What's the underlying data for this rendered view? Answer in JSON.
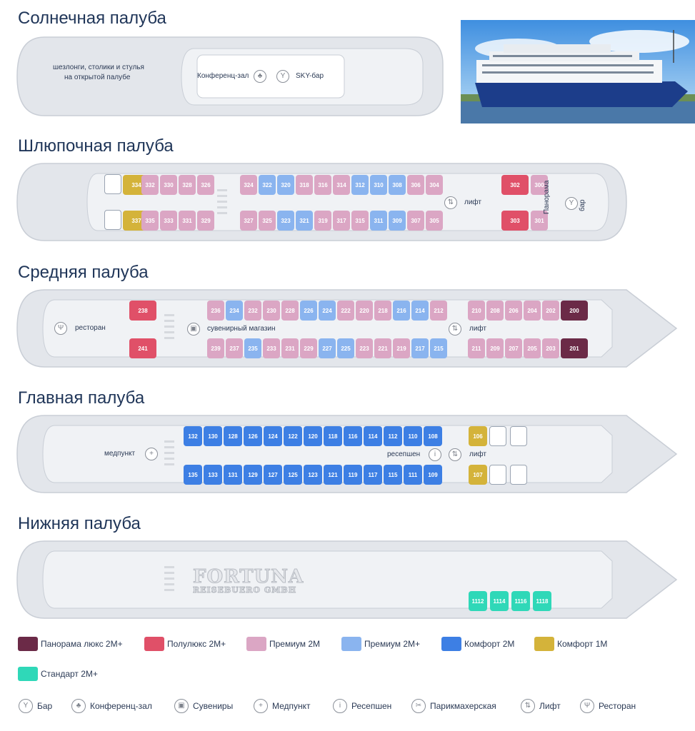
{
  "decks": {
    "sun": {
      "title": "Солнечная палуба",
      "open_deck_note_line1": "шезлонги, столики и стулья",
      "open_deck_note_line2": "на открытой палубе",
      "conference": "Конференц-зал",
      "sky_bar": "SKY-бар"
    },
    "boat": {
      "title": "Шлюпочная палуба",
      "lift": "лифт",
      "panorama": "Панорама",
      "bar": "бар"
    },
    "middle": {
      "title": "Средняя палуба",
      "restaurant": "ресторан",
      "souvenir": "сувенирный магазин",
      "lift": "лифт"
    },
    "main": {
      "title": "Главная палуба",
      "medical": "медпункт",
      "reception": "ресепшен",
      "lift": "лифт"
    },
    "lower": {
      "title": "Нижняя палуба"
    }
  },
  "watermark": {
    "line1": "FORTUNA",
    "line2": "REISEBUERO GMBH"
  },
  "colors": {
    "panorama_lux": "#6b2a47",
    "semi_lux": "#e05068",
    "premium": "#dba6c4",
    "premium_plus": "#8ab4ef",
    "comfort2": "#3d7fe4",
    "comfort1": "#d4b33a",
    "standard": "#2fd8b8",
    "hull": "#e3e6eb",
    "deck": "#f0f2f5"
  },
  "cabins": {
    "boat_top": [
      {
        "n": "334",
        "c": "comfort1"
      },
      {
        "n": "332",
        "c": "premium"
      },
      {
        "n": "330",
        "c": "premium"
      },
      {
        "n": "328",
        "c": "premium"
      },
      {
        "n": "326",
        "c": "premium"
      },
      {
        "n": "324",
        "c": "premium"
      },
      {
        "n": "322",
        "c": "premium_plus"
      },
      {
        "n": "320",
        "c": "premium_plus"
      },
      {
        "n": "318",
        "c": "premium"
      },
      {
        "n": "316",
        "c": "premium"
      },
      {
        "n": "314",
        "c": "premium"
      },
      {
        "n": "312",
        "c": "premium_plus"
      },
      {
        "n": "310",
        "c": "premium_plus"
      },
      {
        "n": "308",
        "c": "premium_plus"
      },
      {
        "n": "306",
        "c": "premium"
      },
      {
        "n": "304",
        "c": "premium"
      },
      {
        "n": "302",
        "c": "semi_lux"
      },
      {
        "n": "300",
        "c": "premium"
      }
    ],
    "boat_bottom": [
      {
        "n": "337",
        "c": "comfort1"
      },
      {
        "n": "335",
        "c": "premium"
      },
      {
        "n": "333",
        "c": "premium"
      },
      {
        "n": "331",
        "c": "premium"
      },
      {
        "n": "329",
        "c": "premium"
      },
      {
        "n": "327",
        "c": "premium"
      },
      {
        "n": "325",
        "c": "premium"
      },
      {
        "n": "323",
        "c": "premium_plus"
      },
      {
        "n": "321",
        "c": "premium_plus"
      },
      {
        "n": "319",
        "c": "premium"
      },
      {
        "n": "317",
        "c": "premium"
      },
      {
        "n": "315",
        "c": "premium"
      },
      {
        "n": "311",
        "c": "premium_plus"
      },
      {
        "n": "309",
        "c": "premium_plus"
      },
      {
        "n": "307",
        "c": "premium"
      },
      {
        "n": "305",
        "c": "premium"
      },
      {
        "n": "303",
        "c": "semi_lux"
      },
      {
        "n": "301",
        "c": "premium"
      }
    ],
    "middle_top": [
      {
        "n": "238",
        "c": "semi_lux"
      },
      {
        "n": "236",
        "c": "premium"
      },
      {
        "n": "234",
        "c": "premium_plus"
      },
      {
        "n": "232",
        "c": "premium"
      },
      {
        "n": "230",
        "c": "premium"
      },
      {
        "n": "228",
        "c": "premium"
      },
      {
        "n": "226",
        "c": "premium_plus"
      },
      {
        "n": "224",
        "c": "premium_plus"
      },
      {
        "n": "222",
        "c": "premium"
      },
      {
        "n": "220",
        "c": "premium"
      },
      {
        "n": "218",
        "c": "premium"
      },
      {
        "n": "216",
        "c": "premium_plus"
      },
      {
        "n": "214",
        "c": "premium_plus"
      },
      {
        "n": "212",
        "c": "premium"
      },
      {
        "n": "210",
        "c": "premium"
      },
      {
        "n": "208",
        "c": "premium"
      },
      {
        "n": "206",
        "c": "premium"
      },
      {
        "n": "204",
        "c": "premium"
      },
      {
        "n": "202",
        "c": "premium"
      },
      {
        "n": "200",
        "c": "panorama_lux"
      }
    ],
    "middle_bottom": [
      {
        "n": "241",
        "c": "semi_lux"
      },
      {
        "n": "239",
        "c": "premium"
      },
      {
        "n": "237",
        "c": "premium"
      },
      {
        "n": "235",
        "c": "premium_plus"
      },
      {
        "n": "233",
        "c": "premium"
      },
      {
        "n": "231",
        "c": "premium"
      },
      {
        "n": "229",
        "c": "premium"
      },
      {
        "n": "227",
        "c": "premium_plus"
      },
      {
        "n": "225",
        "c": "premium_plus"
      },
      {
        "n": "223",
        "c": "premium"
      },
      {
        "n": "221",
        "c": "premium"
      },
      {
        "n": "219",
        "c": "premium"
      },
      {
        "n": "217",
        "c": "premium_plus"
      },
      {
        "n": "215",
        "c": "premium_plus"
      },
      {
        "n": "211",
        "c": "premium"
      },
      {
        "n": "209",
        "c": "premium"
      },
      {
        "n": "207",
        "c": "premium"
      },
      {
        "n": "205",
        "c": "premium"
      },
      {
        "n": "203",
        "c": "premium"
      },
      {
        "n": "201",
        "c": "panorama_lux"
      }
    ],
    "main_top": [
      {
        "n": "132",
        "c": "comfort2"
      },
      {
        "n": "130",
        "c": "comfort2"
      },
      {
        "n": "128",
        "c": "comfort2"
      },
      {
        "n": "126",
        "c": "comfort2"
      },
      {
        "n": "124",
        "c": "comfort2"
      },
      {
        "n": "122",
        "c": "comfort2"
      },
      {
        "n": "120",
        "c": "comfort2"
      },
      {
        "n": "118",
        "c": "comfort2"
      },
      {
        "n": "116",
        "c": "comfort2"
      },
      {
        "n": "114",
        "c": "comfort2"
      },
      {
        "n": "112",
        "c": "comfort2"
      },
      {
        "n": "110",
        "c": "comfort2"
      },
      {
        "n": "108",
        "c": "comfort2"
      },
      {
        "n": "106",
        "c": "comfort1"
      }
    ],
    "main_bottom": [
      {
        "n": "135",
        "c": "comfort2"
      },
      {
        "n": "133",
        "c": "comfort2"
      },
      {
        "n": "131",
        "c": "comfort2"
      },
      {
        "n": "129",
        "c": "comfort2"
      },
      {
        "n": "127",
        "c": "comfort2"
      },
      {
        "n": "125",
        "c": "comfort2"
      },
      {
        "n": "123",
        "c": "comfort2"
      },
      {
        "n": "121",
        "c": "comfort2"
      },
      {
        "n": "119",
        "c": "comfort2"
      },
      {
        "n": "117",
        "c": "comfort2"
      },
      {
        "n": "115",
        "c": "comfort2"
      },
      {
        "n": "111",
        "c": "comfort2"
      },
      {
        "n": "109",
        "c": "comfort2"
      },
      {
        "n": "107",
        "c": "comfort1"
      }
    ],
    "lower": [
      {
        "n": "1112",
        "c": "standard"
      },
      {
        "n": "1114",
        "c": "standard"
      },
      {
        "n": "1116",
        "c": "standard"
      },
      {
        "n": "1118",
        "c": "standard"
      }
    ]
  },
  "legend": {
    "cabins": [
      {
        "label": "Панорама люкс 2М+",
        "c": "panorama_lux"
      },
      {
        "label": "Полулюкс 2М+",
        "c": "semi_lux"
      },
      {
        "label": "Премиум 2М",
        "c": "premium"
      },
      {
        "label": "Премиум 2М+",
        "c": "premium_plus"
      },
      {
        "label": "Комфорт 2М",
        "c": "comfort2"
      },
      {
        "label": "Комфорт 1М",
        "c": "comfort1"
      },
      {
        "label": "Стандарт 2М+",
        "c": "standard"
      }
    ],
    "icons": [
      {
        "label": "Бар",
        "icon": "bar-icon",
        "glyph": "Y"
      },
      {
        "label": "Конференц-зал",
        "icon": "conference-icon",
        "glyph": "♣"
      },
      {
        "label": "Сувениры",
        "icon": "gift-icon",
        "glyph": "▣"
      },
      {
        "label": "Медпункт",
        "icon": "medical-icon",
        "glyph": "+"
      },
      {
        "label": "Ресепшен",
        "icon": "info-icon",
        "glyph": "i"
      },
      {
        "label": "Парикмахерская",
        "icon": "scissors-icon",
        "glyph": "✂"
      },
      {
        "label": "Лифт",
        "icon": "elevator-icon",
        "glyph": "⇅"
      },
      {
        "label": "Ресторан",
        "icon": "restaurant-icon",
        "glyph": "Ψ"
      }
    ]
  }
}
